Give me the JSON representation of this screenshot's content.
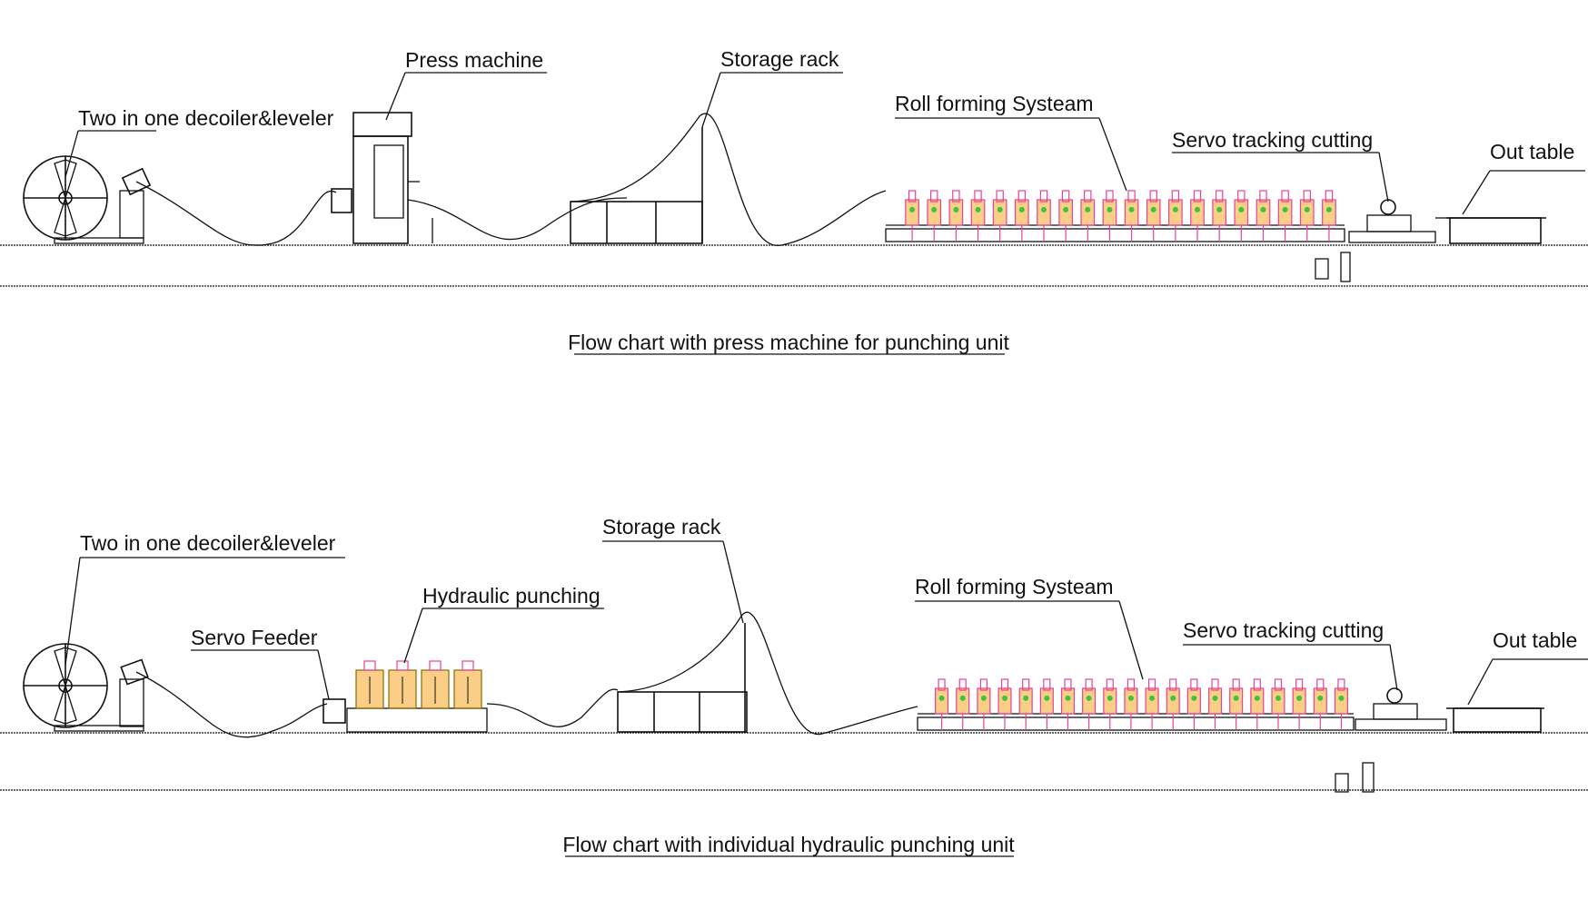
{
  "diagrams": [
    {
      "caption": "Flow chart with press machine for punching unit",
      "labels": {
        "decoiler": "Two in one decoiler&leveler",
        "press": "Press machine",
        "storage": "Storage rack",
        "rollforming": "Roll forming Systeam",
        "servo_cutting": "Servo tracking cutting",
        "out_table": "Out table"
      }
    },
    {
      "caption": "Flow chart with individual hydraulic punching unit",
      "labels": {
        "decoiler": "Two in one decoiler&leveler",
        "servo_feeder": "Servo Feeder",
        "hydraulic": "Hydraulic punching",
        "storage": "Storage rack",
        "rollforming": "Roll forming Systeam",
        "servo_cutting": "Servo tracking cutting",
        "out_table": "Out table"
      }
    }
  ],
  "colors": {
    "line": "#111111",
    "stand_frame": "#e8419a",
    "stand_body": "#f5a623",
    "roller_green": "#3cc43c"
  }
}
